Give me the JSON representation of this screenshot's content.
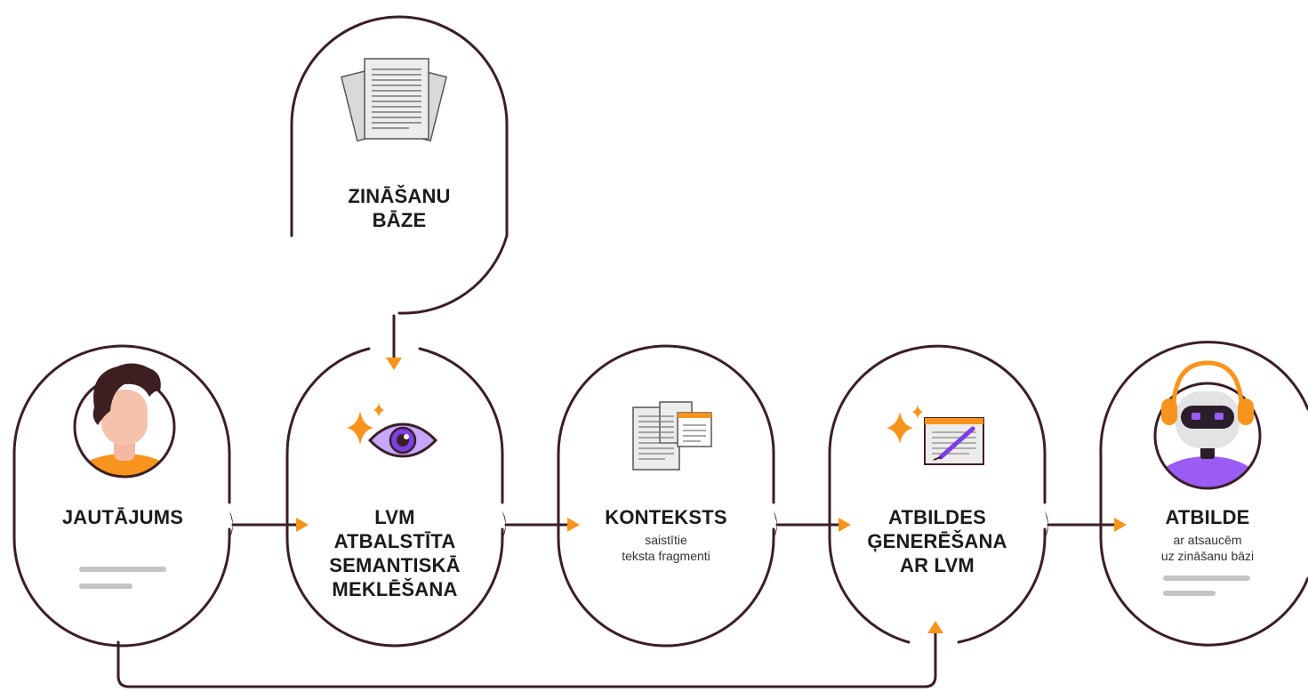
{
  "colors": {
    "outline": "#3a1e28",
    "accent": "#f7941d",
    "purple": "#7b3fe4",
    "light_purple": "#c9a7ff",
    "grey_line": "#c4c4c4",
    "dark_text": "#1b1b1b"
  },
  "nodes": {
    "knowledge_base": {
      "title_line1": "ZINĀŠANU",
      "title_line2": "BĀZE",
      "icon": "document-stack-icon"
    },
    "question": {
      "title": "JAUTĀJUMS",
      "icon": "person-avatar-icon"
    },
    "semantic_search": {
      "title_line1": "LVM",
      "title_line2": "ATBALSTĪTA",
      "title_line3": "SEMANTISKĀ",
      "title_line4": "MEKLĒŠANA",
      "icon": "sparkle-eye-icon"
    },
    "context": {
      "title": "KONTEKSTS",
      "subtitle_line1": "saistītie",
      "subtitle_line2": "teksta fragmenti",
      "icon": "text-fragments-icon"
    },
    "generation": {
      "title_line1": "ATBILDES",
      "title_line2": "ĢENERĒŠANA",
      "title_line3": "AR LVM",
      "icon": "sparkle-editor-icon"
    },
    "answer": {
      "title": "ATBILDE",
      "subtitle_line1": "ar atsaucēm",
      "subtitle_line2": "uz zināšanu bāzi",
      "icon": "robot-avatar-icon"
    }
  }
}
